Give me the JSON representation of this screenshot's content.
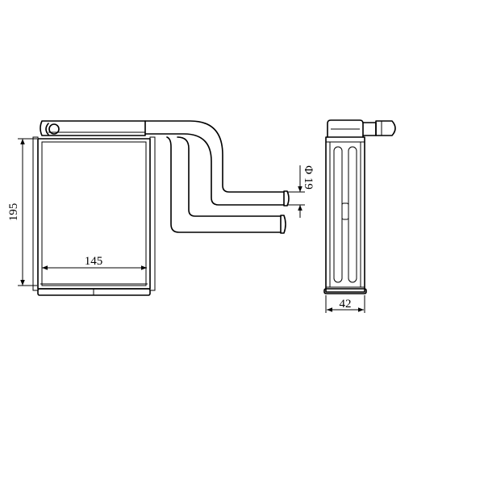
{
  "dimensions": {
    "height": {
      "label": "195"
    },
    "width": {
      "label": "145"
    },
    "pipe_diameter": {
      "label": "Φ 19"
    },
    "depth": {
      "label": "42"
    }
  },
  "colors": {
    "line": "#000000",
    "background": "#ffffff"
  }
}
